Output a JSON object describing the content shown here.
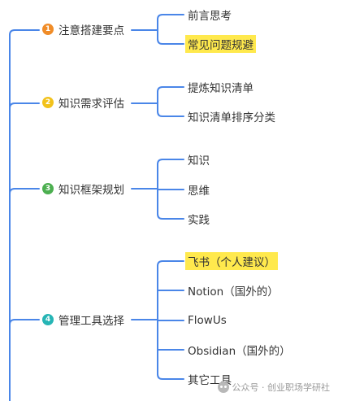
{
  "colors": {
    "line": "#4a86e8",
    "highlight": "#ffe94d",
    "badge_orange": "#f08c28",
    "badge_yellow": "#f2c21b",
    "badge_green": "#4caf50",
    "badge_teal": "#26b5b5"
  },
  "branches": [
    {
      "number": "1",
      "label": "注意搭建要点",
      "color": "#f08c28",
      "children": [
        {
          "label": "前言思考",
          "highlight": false
        },
        {
          "label": "常见问题规避",
          "highlight": true
        }
      ]
    },
    {
      "number": "2",
      "label": "知识需求评估",
      "color": "#f2c21b",
      "children": [
        {
          "label": "提炼知识清单",
          "highlight": false
        },
        {
          "label": "知识清单排序分类",
          "highlight": false
        }
      ]
    },
    {
      "number": "3",
      "label": "知识框架规划",
      "color": "#4caf50",
      "children": [
        {
          "label": "知识",
          "highlight": false
        },
        {
          "label": "思维",
          "highlight": false
        },
        {
          "label": "实践",
          "highlight": false
        }
      ]
    },
    {
      "number": "4",
      "label": "管理工具选择",
      "color": "#26b5b5",
      "children": [
        {
          "label": "飞书（个人建议）",
          "highlight": true
        },
        {
          "label": "Notion（国外的）",
          "highlight": false
        },
        {
          "label": "FlowUs",
          "highlight": false
        },
        {
          "label": "Obsidian（国外的）",
          "highlight": false
        },
        {
          "label": "其它工具",
          "highlight": false
        }
      ]
    }
  ],
  "watermark": {
    "icon": "wechat-icon",
    "text": "公众号 · 创业职场学研社"
  }
}
